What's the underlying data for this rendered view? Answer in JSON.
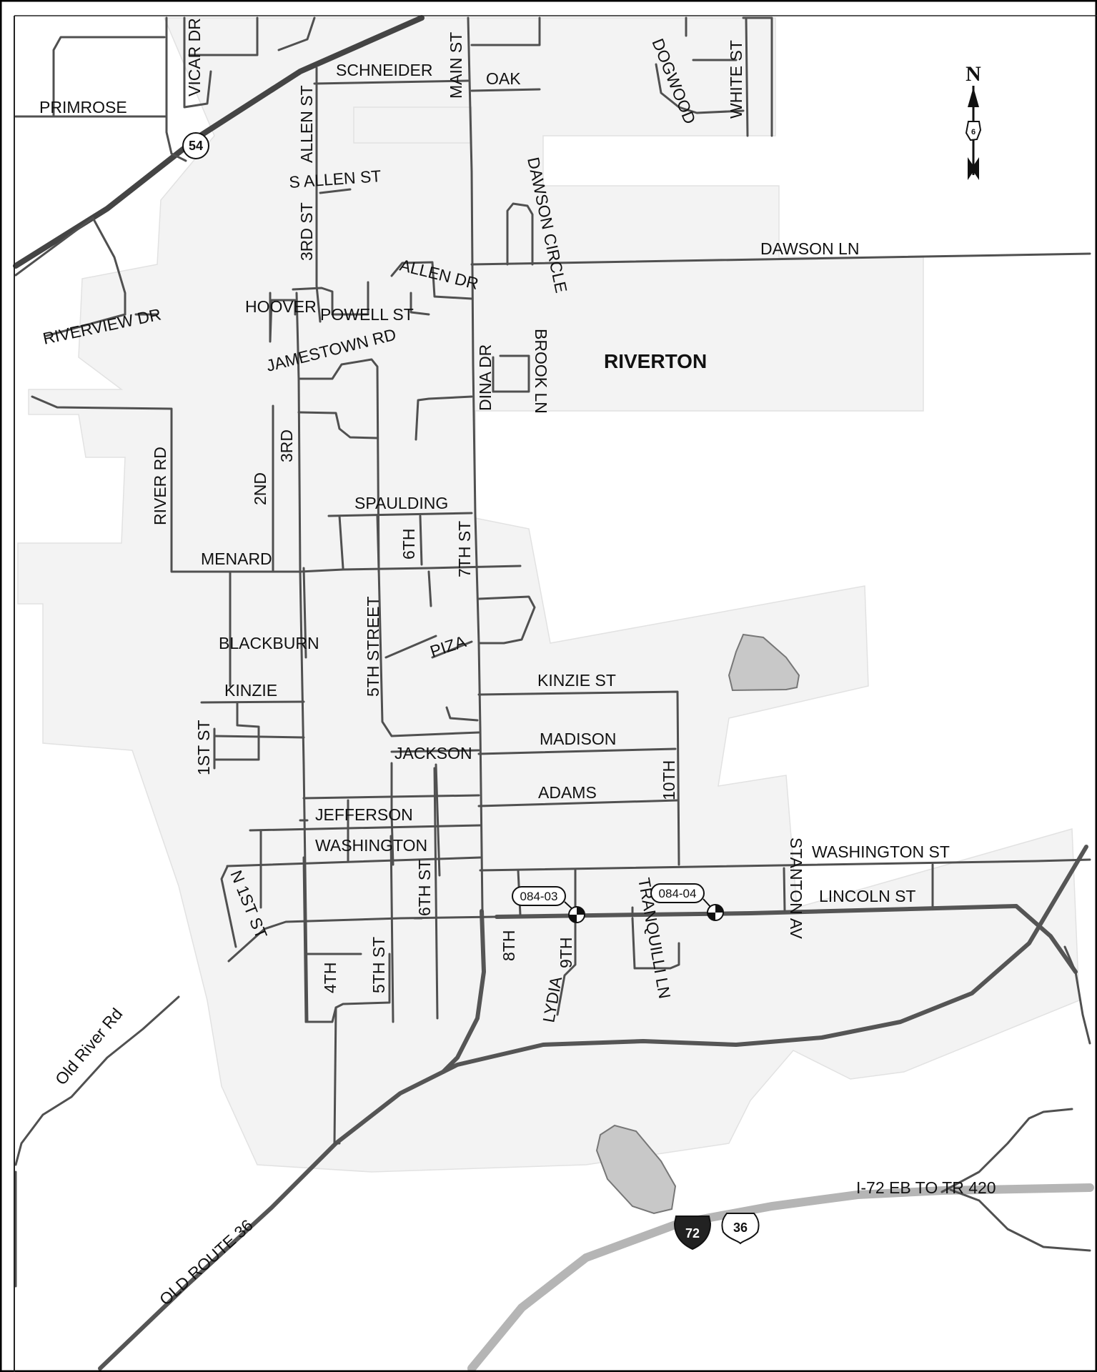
{
  "map": {
    "town_name": "RIVERTON",
    "north_label": "N",
    "colors": {
      "background": "#ffffff",
      "town_area": "#f3f3f3",
      "road": "#505050",
      "major_road": "#555555",
      "interstate": "#b5b5b5",
      "lake": "#c8c8c8",
      "border": "#000000"
    },
    "labels": {
      "primrose": "PRIMROSE",
      "vicar_dr": "VICAR DR",
      "schneider": "SCHNEIDER",
      "main_st": "MAIN ST",
      "oak": "OAK",
      "dogwood": "DOGWOOD",
      "white_st": "WHITE ST",
      "allen_st": "ALLEN ST",
      "s_allen_st": "S ALLEN ST",
      "dawson_circle": "DAWSON CIRCLE",
      "third_st": "3RD ST",
      "dawson_ln": "DAWSON LN",
      "allen_dr": "ALLEN DR",
      "hoover": "HOOVER",
      "powell_st": "POWELL ST",
      "riverview_dr": "RIVERVIEW DR",
      "jamestown_rd": "JAMESTOWN RD",
      "dina_dr": "DINA DR",
      "brook_ln": "BROOK LN",
      "river_rd": "RIVER RD",
      "second": "2ND",
      "third": "3RD",
      "spaulding": "SPAULDING",
      "sixth": "6TH",
      "seventh_st": "7TH ST",
      "menard": "MENARD",
      "blackburn": "BLACKBURN",
      "fifth_street": "5TH STREET",
      "piza": "PIZA",
      "kinzie": "KINZIE",
      "kinzie_st": "KINZIE ST",
      "first_st": "1ST ST",
      "madison": "MADISON",
      "jackson": "JACKSON",
      "adams": "ADAMS",
      "tenth": "10TH",
      "jefferson": "JEFFERSON",
      "washington": "WASHINGTON",
      "stanton_av": "STANTON AV",
      "washington_st": "WASHINGTON ST",
      "n_first_st": "N 1ST ST",
      "sixth_st": "6TH ST",
      "lincoln_st": "LINCOLN ST",
      "tranquilli_ln": "TRANQUILLI LN",
      "eighth": "8TH",
      "ninth": "9TH",
      "lydia": "LYDIA",
      "fourth": "4TH",
      "fifth_st": "5TH ST",
      "old_river_rd": "Old River Rd",
      "old_route_36": "OLD ROUTE 36",
      "i72_eb": "I-72 EB TO TR 420"
    },
    "markers": [
      {
        "id": "084-03"
      },
      {
        "id": "084-04"
      }
    ],
    "shields": {
      "il_54": "54",
      "i_72": "72",
      "us_36": "36",
      "north_arrow_state_icon": "6"
    }
  }
}
